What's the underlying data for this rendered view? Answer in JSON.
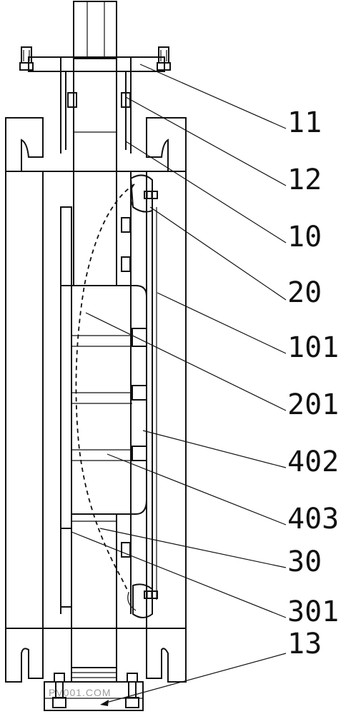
{
  "labels": [
    "11",
    "12",
    "10",
    "20",
    "101",
    "201",
    "402",
    "403",
    "30",
    "301",
    "13"
  ],
  "watermark": "PV001.COM"
}
